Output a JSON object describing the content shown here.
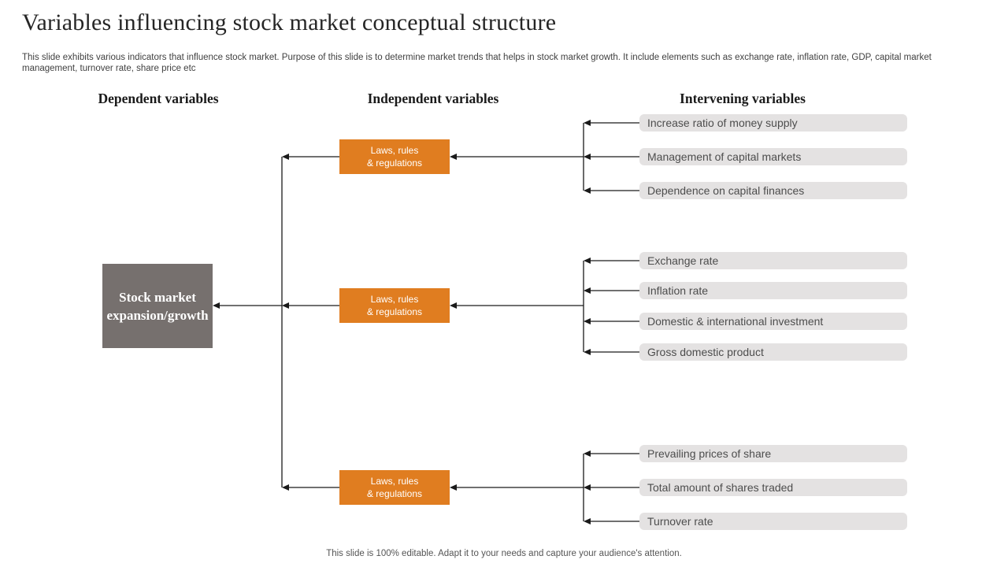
{
  "slide": {
    "title": "Variables influencing stock market conceptual structure",
    "description": "This slide exhibits various indicators that influence stock market. Purpose of this slide is to determine market trends that helps in stock market growth. It include elements such as exchange rate, inflation rate, GDP, capital market management, turnover rate, share price etc",
    "footer": "This slide is 100% editable. Adapt it to your needs and capture your audience's attention."
  },
  "columns": {
    "dependent": "Dependent variables",
    "independent": "Independent variables",
    "intervening": "Intervening variables"
  },
  "dependent_box": {
    "line1": "Stock market",
    "line2": "expansion/growth"
  },
  "independent_box": {
    "line1": "Laws, rules",
    "line2": "& regulations"
  },
  "groups": [
    {
      "items": [
        "Increase ratio of money supply",
        "Management of capital markets",
        "Dependence on capital finances"
      ]
    },
    {
      "items": [
        "Exchange rate",
        "Inflation rate",
        "Domestic & international investment",
        "Gross domestic product"
      ]
    },
    {
      "items": [
        "Prevailing prices of share",
        "Total amount of shares traded",
        "Turnover rate"
      ]
    }
  ],
  "colors": {
    "accent_orange": "#E07D20",
    "box_gray": "#76706E",
    "bar_gray": "#E4E2E2",
    "line": "#1A1A1A"
  }
}
